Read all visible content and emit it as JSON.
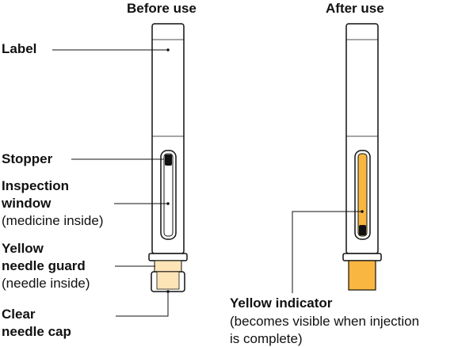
{
  "titles": {
    "before": "Before use",
    "after": "After use"
  },
  "labels": {
    "label": "Label",
    "stopper": "Stopper",
    "inspection_line1": "Inspection",
    "inspection_line2": "window",
    "inspection_sub": "(medicine inside)",
    "guard_line1": "Yellow",
    "guard_line2": "needle guard",
    "guard_sub": "(needle inside)",
    "cap_line1": "Clear",
    "cap_line2": "needle cap",
    "indicator_title": "Yellow indicator",
    "indicator_sub1": "(becomes visible when injection",
    "indicator_sub2": "is complete)"
  },
  "colors": {
    "outline": "#111111",
    "yellow": "#f9b640",
    "light_yellow": "#fde4b6",
    "pen_body": "#ffffff"
  }
}
